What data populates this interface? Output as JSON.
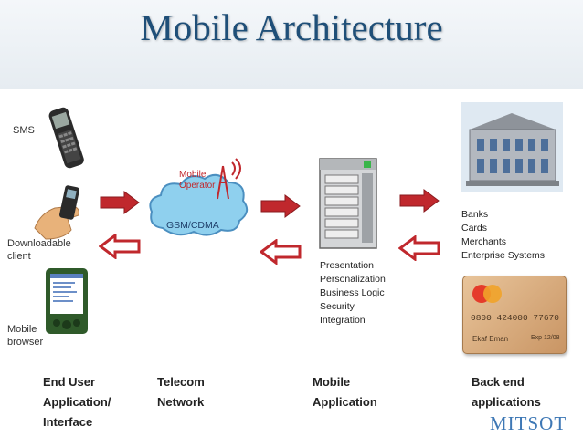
{
  "title": "Mobile Architecture",
  "left_labels": {
    "sms": "SMS",
    "downloadable_line1": "Downloadable",
    "downloadable_line2": "client",
    "browser_line1": "Mobile",
    "browser_line2": "browser"
  },
  "network": {
    "operator_line1": "Mobile",
    "operator_line2": "Operator",
    "cloud_label": "GSM/CDMA"
  },
  "mobile_app_functions": [
    "Presentation",
    "Personalization",
    "Business Logic",
    "Security",
    "Integration"
  ],
  "backend_items": [
    "Banks",
    "Cards",
    "Merchants",
    "Enterprise Systems"
  ],
  "card": {
    "number": "0800 424000 77670",
    "holder": "Ekaf Eman",
    "expiry": "Exp 12/08"
  },
  "columns": [
    {
      "line1": "End User",
      "line2": "Application/",
      "line3": "Interface"
    },
    {
      "line1": "Telecom",
      "line2": "Network"
    },
    {
      "line1": "Mobile",
      "line2": "Application"
    },
    {
      "line1": "Back end",
      "line2": "applications"
    }
  ],
  "brand": "MITSOT",
  "colors": {
    "title": "#1f4f78",
    "arrow": "#c0282d",
    "brand": "#3e78b5"
  }
}
